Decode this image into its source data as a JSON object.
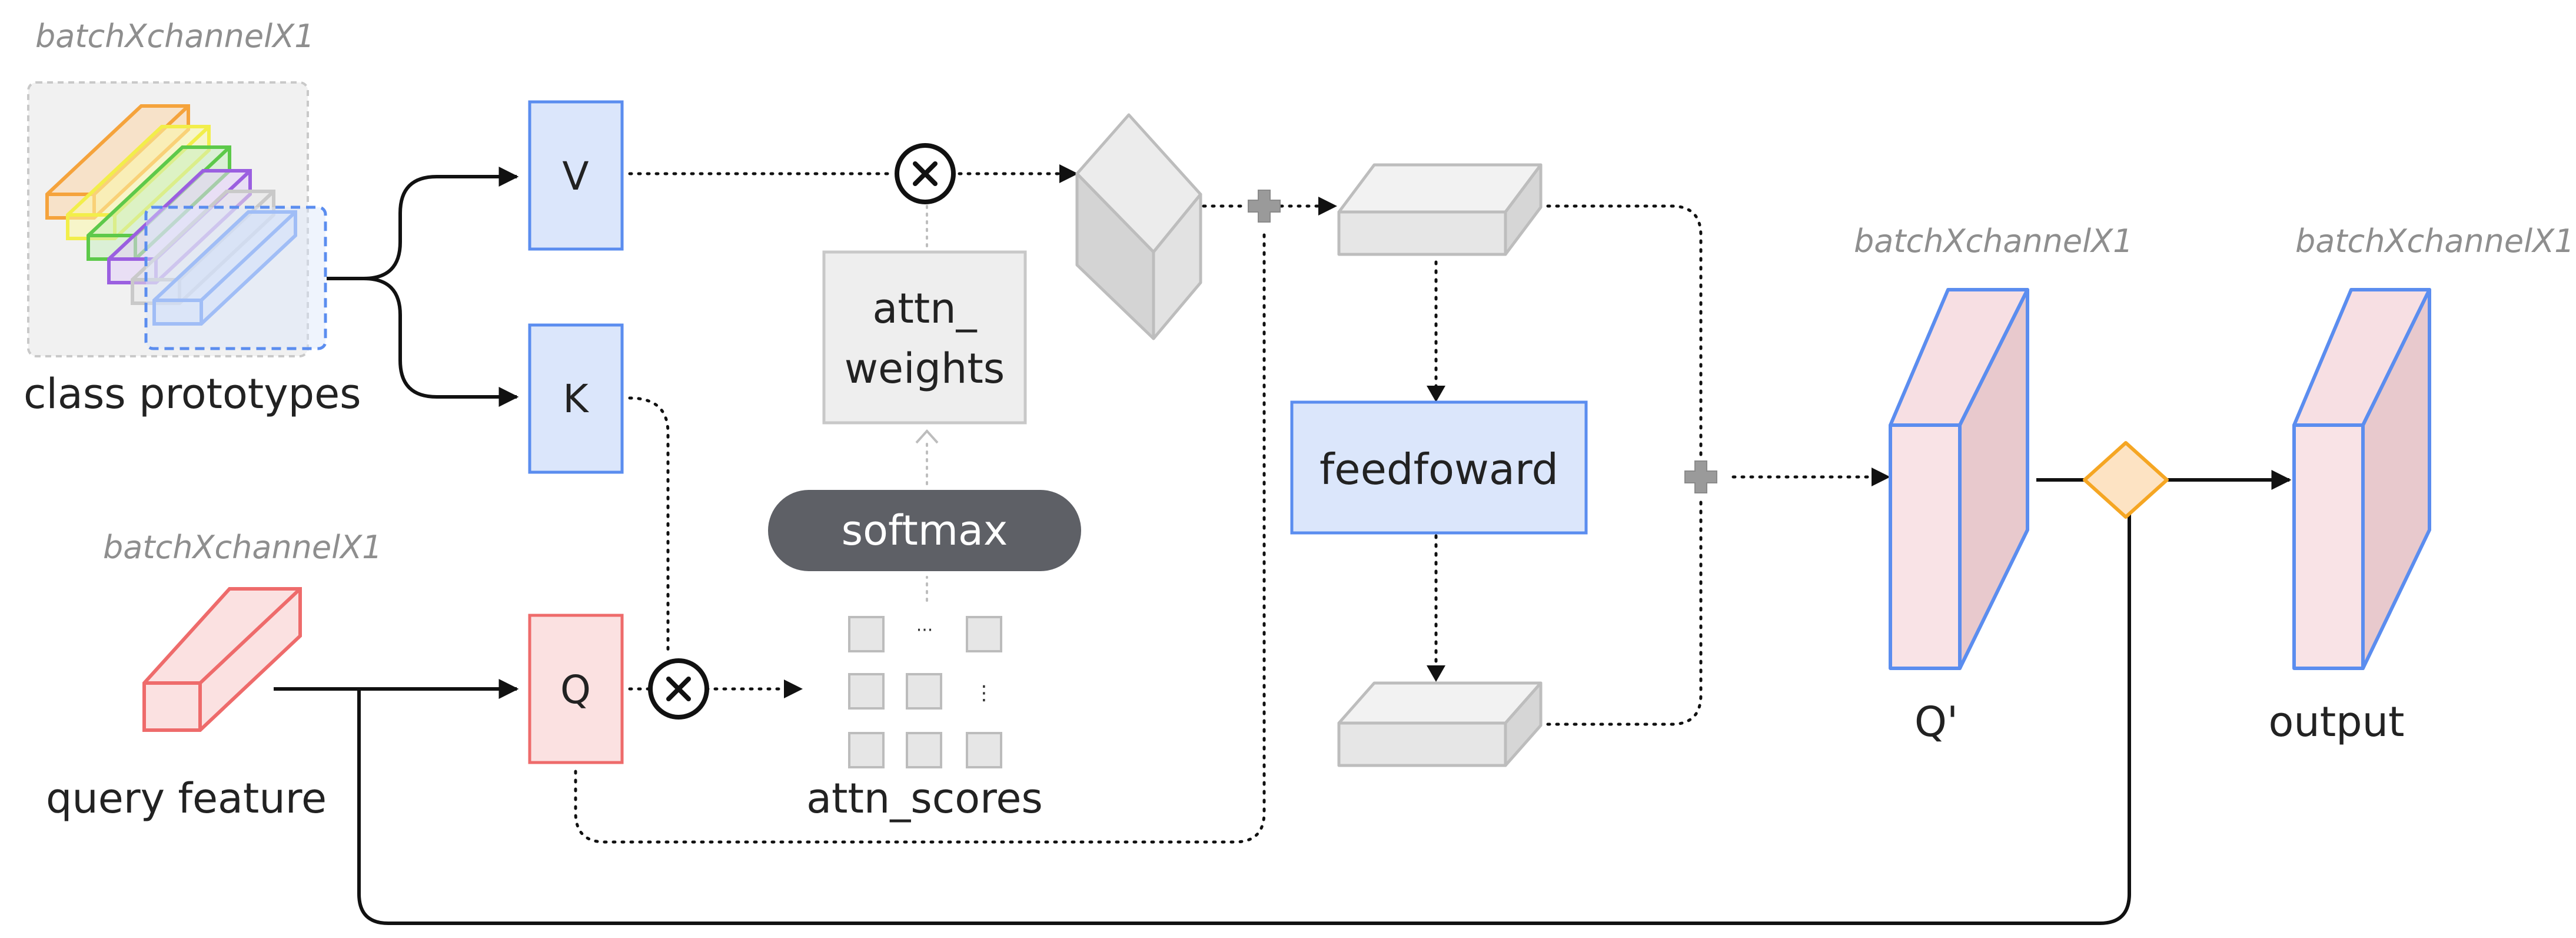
{
  "labels": {
    "dim_proto": "batchXchannelX1",
    "dim_query": "batchXchannelX1",
    "dim_qprime": "batchXchannelX1",
    "dim_output": "batchXchannelX1",
    "class_prototypes": "class prototypes",
    "query_feature": "query feature",
    "v": "V",
    "k": "K",
    "q": "Q",
    "attn_weights_line1": "attn_",
    "attn_weights_line2": "weights",
    "softmax": "softmax",
    "attn_scores": "attn_scores",
    "feedforward": "feedfoward",
    "q_prime": "Q'",
    "output": "output",
    "ellipsis_h": "···",
    "ellipsis_v": "⋮"
  },
  "colors": {
    "v_k_border": "#5b8def",
    "v_k_fill": "#dbe6fb",
    "q_border": "#ee6b6b",
    "q_fill": "#fbe1e1",
    "pink_fill": "#f9e3e6",
    "gray_fill": "#e6e6e6",
    "gray_stroke": "#bcbcbc",
    "softmax_fill": "#5e6066",
    "diamond_stroke": "#f5a623",
    "diamond_fill": "#fde3c3",
    "prototype_colors": [
      "#f5a33c",
      "#f2ee4a",
      "#5dc94a",
      "#9b5fe0",
      "#c9c9c9",
      "#6f9cf2"
    ]
  },
  "icons": {
    "multiply": "circle-times-icon",
    "add": "plus-icon",
    "fuse": "diamond-icon"
  }
}
